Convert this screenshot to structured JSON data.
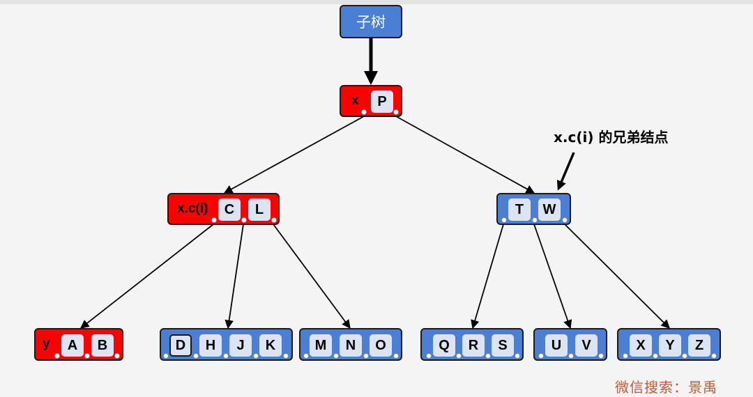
{
  "root": {
    "label": "子树"
  },
  "nodes": {
    "x": {
      "label": "x",
      "color": "#ff0000",
      "keys": [
        "P"
      ]
    },
    "xc": {
      "label": "x.c(i)",
      "color": "#ff0000",
      "keys": [
        "C",
        "L"
      ]
    },
    "sib": {
      "label": "",
      "color": "#4a7fd4",
      "keys": [
        "T",
        "W"
      ]
    },
    "y": {
      "label": "y",
      "color": "#ff0000",
      "keys": [
        "A",
        "B"
      ]
    },
    "dhjk": {
      "label": "",
      "color": "#4a7fd4",
      "keys": [
        "D",
        "H",
        "J",
        "K"
      ]
    },
    "mno": {
      "label": "",
      "color": "#4a7fd4",
      "keys": [
        "M",
        "N",
        "O"
      ]
    },
    "qrs": {
      "label": "",
      "color": "#4a7fd4",
      "keys": [
        "Q",
        "R",
        "S"
      ]
    },
    "uv": {
      "label": "",
      "color": "#4a7fd4",
      "keys": [
        "U",
        "V"
      ]
    },
    "xyz": {
      "label": "",
      "color": "#4a7fd4",
      "keys": [
        "X",
        "Y",
        "Z"
      ]
    }
  },
  "annotation": {
    "text": "x.c(i) 的兄弟结点"
  },
  "watermark": {
    "text": "微信搜索：景禹"
  }
}
